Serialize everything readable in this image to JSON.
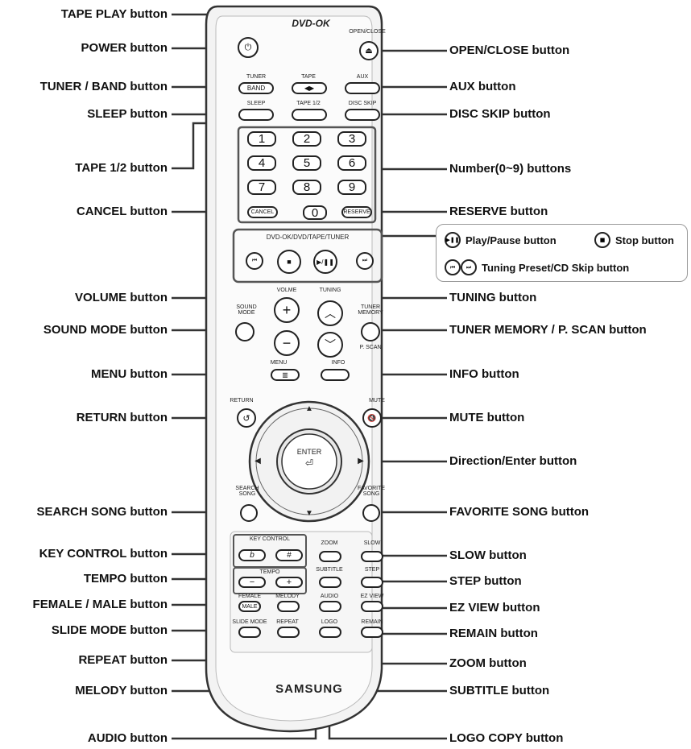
{
  "remote": {
    "brand": "SAMSUNG",
    "logo": "DVD-OK",
    "labels": {
      "open_close": "OPEN/CLOSE",
      "tuner": "TUNER",
      "band": "BAND",
      "tape": "TAPE",
      "aux": "AUX",
      "sleep": "SLEEP",
      "tape12": "TAPE 1/2",
      "disc_skip": "DISC SKIP",
      "cancel": "CANCEL",
      "reserve": "RESERVE",
      "transport_header": "DVD-OK/DVD/TAPE/TUNER",
      "volume": "VOLME",
      "tuning": "TUNING",
      "sound_mode": "SOUND MODE",
      "tuner_memory": "TUNER MEMORY",
      "p_scan": "P. SCAN",
      "menu": "MENU",
      "info": "INFO",
      "return": "RETURN",
      "mute": "MUTE",
      "enter": "ENTER",
      "search_song": "SEARCH SONG",
      "favorite_song": "FAVORITE SONG",
      "key_control": "KEY CONTROL",
      "zoom": "ZOOM",
      "slow": "SLOW",
      "tempo": "TEMPO",
      "subtitle": "SUBTITLE",
      "step": "STEP",
      "female": "FEMALE",
      "male": "MALE",
      "melody": "MELODY",
      "audio": "AUDIO",
      "ez_view": "EZ VIEW",
      "slide_mode": "SLIDE MODE",
      "repeat": "REPEAT",
      "logo_btn": "LOGO",
      "remain": "REMAIN",
      "flat": "b",
      "sharp": "#",
      "minus": "−",
      "plus": "+"
    },
    "numbers": [
      "1",
      "2",
      "3",
      "4",
      "5",
      "6",
      "7",
      "8",
      "9",
      "0"
    ]
  },
  "callouts_left": [
    "TAPE PLAY button",
    "POWER button",
    "TUNER / BAND button",
    "SLEEP button",
    "TAPE 1/2 button",
    "CANCEL button",
    "VOLUME button",
    "SOUND MODE button",
    "MENU button",
    "RETURN button",
    "SEARCH SONG button",
    "KEY CONTROL button",
    "TEMPO button",
    "FEMALE / MALE button",
    "SLIDE MODE button",
    "REPEAT button",
    "MELODY button",
    "AUDIO button"
  ],
  "callouts_right": [
    "OPEN/CLOSE button",
    "AUX button",
    "DISC SKIP button",
    "Number(0~9) buttons",
    "RESERVE button",
    "TUNING button",
    "TUNER MEMORY / P. SCAN button",
    "INFO button",
    "MUTE button",
    "Direction/Enter button",
    "FAVORITE SONG button",
    "SLOW button",
    "STEP button",
    "EZ VIEW button",
    "REMAIN button",
    "ZOOM button",
    "SUBTITLE button",
    "LOGO COPY button"
  ],
  "legend": {
    "play_pause": "Play/Pause button",
    "stop": "Stop button",
    "tuning_preset": "Tuning Preset/CD Skip button"
  }
}
